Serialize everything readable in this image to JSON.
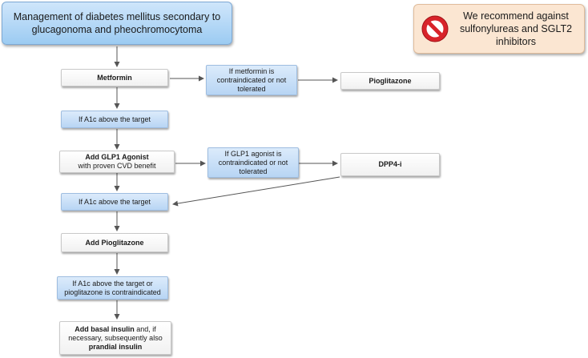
{
  "header": {
    "title": "Management of diabetes mellitus secondary to glucagonoma and pheochromocytoma"
  },
  "warning": {
    "icon": "no-entry-icon",
    "text": "We recommend against sulfonylureas and SGLT2 inhibitors"
  },
  "nodes": {
    "metformin": "Metformin",
    "metformin_alt": "If metformin is contraindicated or not tolerated",
    "pioglitazone_alt": "Pioglitazone",
    "a1c_1": "If A1c above the target",
    "glp1_bold": "Add GLP1 Agonist",
    "glp1_rest": "with proven CVD benefit",
    "glp1_alt": "If GLP1 agonist is contraindicated or not tolerated",
    "dpp4": "DPP4-i",
    "a1c_2": "If A1c above the target",
    "add_pioglitazone": "Add Pioglitazone",
    "a1c_3": "If A1c above the target or pioglitazone is contraindicated",
    "insulin_bold_1": "Add basal insulin",
    "insulin_mid": " and, if necessary, subsequently also ",
    "insulin_bold_2": "prandial insulin"
  },
  "colors": {
    "blue_fill": "#b8d5f4",
    "warning_fill": "#fbe6d2",
    "no_entry_red": "#d8232a"
  }
}
